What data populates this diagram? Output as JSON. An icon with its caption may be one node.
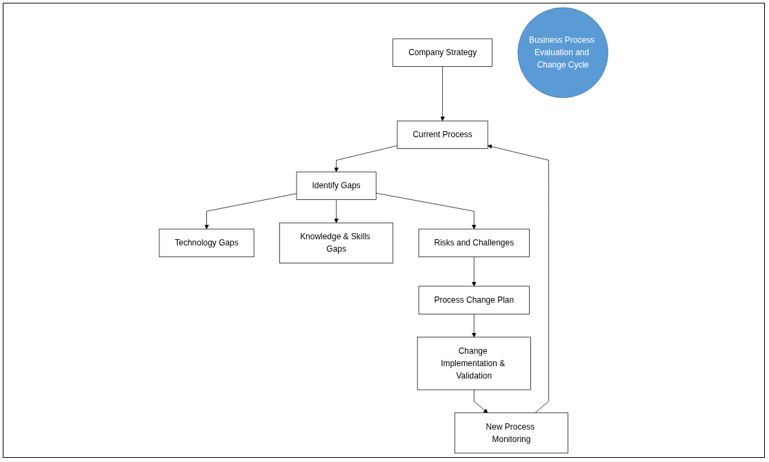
{
  "diagram": {
    "nodes": [
      {
        "text": [
          "Company Strategy"
        ]
      },
      {
        "text": [
          "Current Process"
        ]
      },
      {
        "text": [
          "Identify Gaps"
        ]
      },
      {
        "text": [
          "Technology Gaps"
        ]
      },
      {
        "text": [
          "Knowledge & Skills Gaps"
        ]
      },
      {
        "text": [
          "Risks and Challenges"
        ]
      },
      {
        "text": [
          "Process Change Plan"
        ]
      },
      {
        "text": [
          "Change Implementation & Validation"
        ]
      },
      {
        "text": [
          "New Process Monitoring"
        ]
      },
      {
        "text": [
          "Business Process Evaluation and Change Cycle"
        ]
      }
    ],
    "edges": [
      {
        "from": 0,
        "to": 1,
        "arrow": "to"
      },
      {
        "from": 1,
        "to": 2,
        "arrow": "to"
      },
      {
        "from": 2,
        "to": 3,
        "arrow": "to"
      },
      {
        "from": 2,
        "to": 4,
        "arrow": "to"
      },
      {
        "from": 2,
        "to": 5,
        "arrow": "to"
      },
      {
        "from": 5,
        "to": 6,
        "arrow": "to"
      },
      {
        "from": 6,
        "to": 7,
        "arrow": "to"
      },
      {
        "from": 7,
        "to": 8,
        "arrow": "to"
      },
      {
        "from": 8,
        "to": 1,
        "arrow": "to"
      }
    ]
  }
}
